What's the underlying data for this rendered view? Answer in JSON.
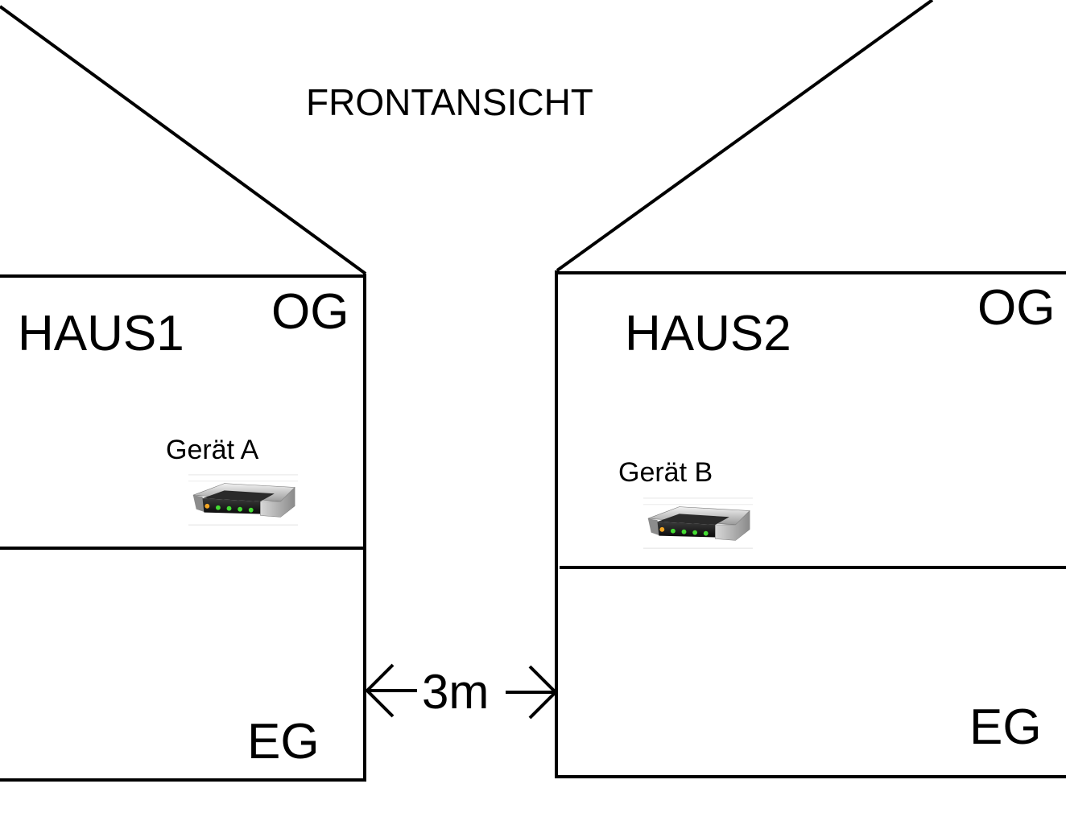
{
  "title": "FRONTANSICHT",
  "houses": [
    {
      "name": "HAUS1",
      "upper_floor": "OG",
      "ground_floor": "EG",
      "device": {
        "label": "Gerät A",
        "icon": "router-icon"
      }
    },
    {
      "name": "HAUS2",
      "upper_floor": "OG",
      "ground_floor": "EG",
      "device": {
        "label": "Gerät B",
        "icon": "router-icon"
      }
    }
  ],
  "distance": {
    "label": "3m"
  },
  "colors": {
    "line": "#000000",
    "background": "#ffffff",
    "led_orange": "#f5a623",
    "led_green": "#44dd33"
  }
}
